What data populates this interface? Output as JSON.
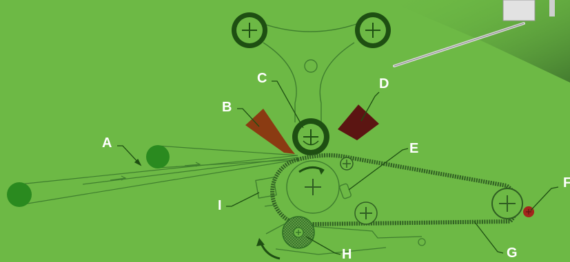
{
  "labels": {
    "A": "A",
    "B": "B",
    "C": "C",
    "D": "D",
    "E": "E",
    "F": "F",
    "G": "G",
    "H": "H",
    "I": "I"
  },
  "colors": {
    "background": "#6db945",
    "dark_green": "#1e4f12",
    "line_green": "#3f7e2e",
    "roller_green": "#2a8a1f",
    "blade_brown": "#8a3b12",
    "block_maroon": "#5b1512",
    "red_dot": "#a3261c",
    "label_white": "#ffffff"
  },
  "icons": {
    "roller": "crosshair-roller-icon",
    "arrow": "rotation-arrow-icon"
  }
}
